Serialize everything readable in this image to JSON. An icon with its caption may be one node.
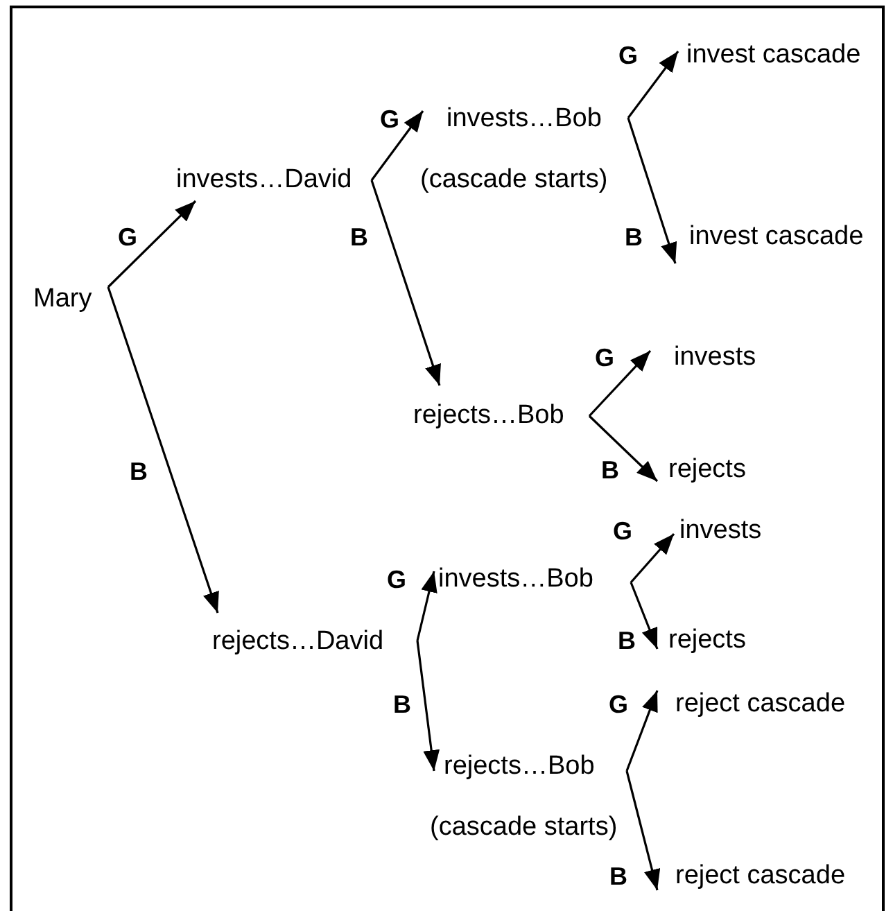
{
  "diagram": {
    "nodes": [
      {
        "text": [
          "Mary"
        ]
      },
      {
        "text": [
          "invests…David"
        ]
      },
      {
        "text": [
          "rejects…David"
        ]
      },
      {
        "text": [
          "invests…Bob"
        ],
        "beside": [
          "(cascade starts)"
        ]
      },
      {
        "text": [
          "rejects…Bob"
        ]
      },
      {
        "text": [
          "invests…Bob"
        ]
      },
      {
        "text": [
          "rejects…Bob"
        ],
        "beside": [
          "(cascade starts)"
        ]
      },
      {
        "text": [
          "invest cascade"
        ]
      },
      {
        "text": [
          "invest cascade"
        ]
      },
      {
        "text": [
          "invests"
        ]
      },
      {
        "text": [
          "rejects"
        ]
      },
      {
        "text": [
          "invests"
        ]
      },
      {
        "text": [
          "rejects"
        ]
      },
      {
        "text": [
          "reject cascade"
        ]
      },
      {
        "text": [
          "reject cascade"
        ]
      }
    ],
    "edges": [
      {
        "from": 0,
        "to": 1,
        "arrow": "to",
        "label": "G"
      },
      {
        "from": 0,
        "to": 2,
        "arrow": "to",
        "label": "B"
      },
      {
        "from": 1,
        "to": 3,
        "arrow": "to",
        "label": "G"
      },
      {
        "from": 1,
        "to": 4,
        "arrow": "to",
        "label": "B"
      },
      {
        "from": 3,
        "to": 7,
        "arrow": "to",
        "label": "G"
      },
      {
        "from": 3,
        "to": 8,
        "arrow": "to",
        "label": "B"
      },
      {
        "from": 4,
        "to": 9,
        "arrow": "to",
        "label": "G"
      },
      {
        "from": 4,
        "to": 10,
        "arrow": "to",
        "label": "B"
      },
      {
        "from": 2,
        "to": 5,
        "arrow": "to",
        "label": "G"
      },
      {
        "from": 2,
        "to": 6,
        "arrow": "to",
        "label": "B"
      },
      {
        "from": 5,
        "to": 11,
        "arrow": "to",
        "label": "G"
      },
      {
        "from": 5,
        "to": 12,
        "arrow": "to",
        "label": "B"
      },
      {
        "from": 6,
        "to": 13,
        "arrow": "to",
        "label": "G"
      },
      {
        "from": 6,
        "to": 14,
        "arrow": "to",
        "label": "B"
      }
    ]
  }
}
